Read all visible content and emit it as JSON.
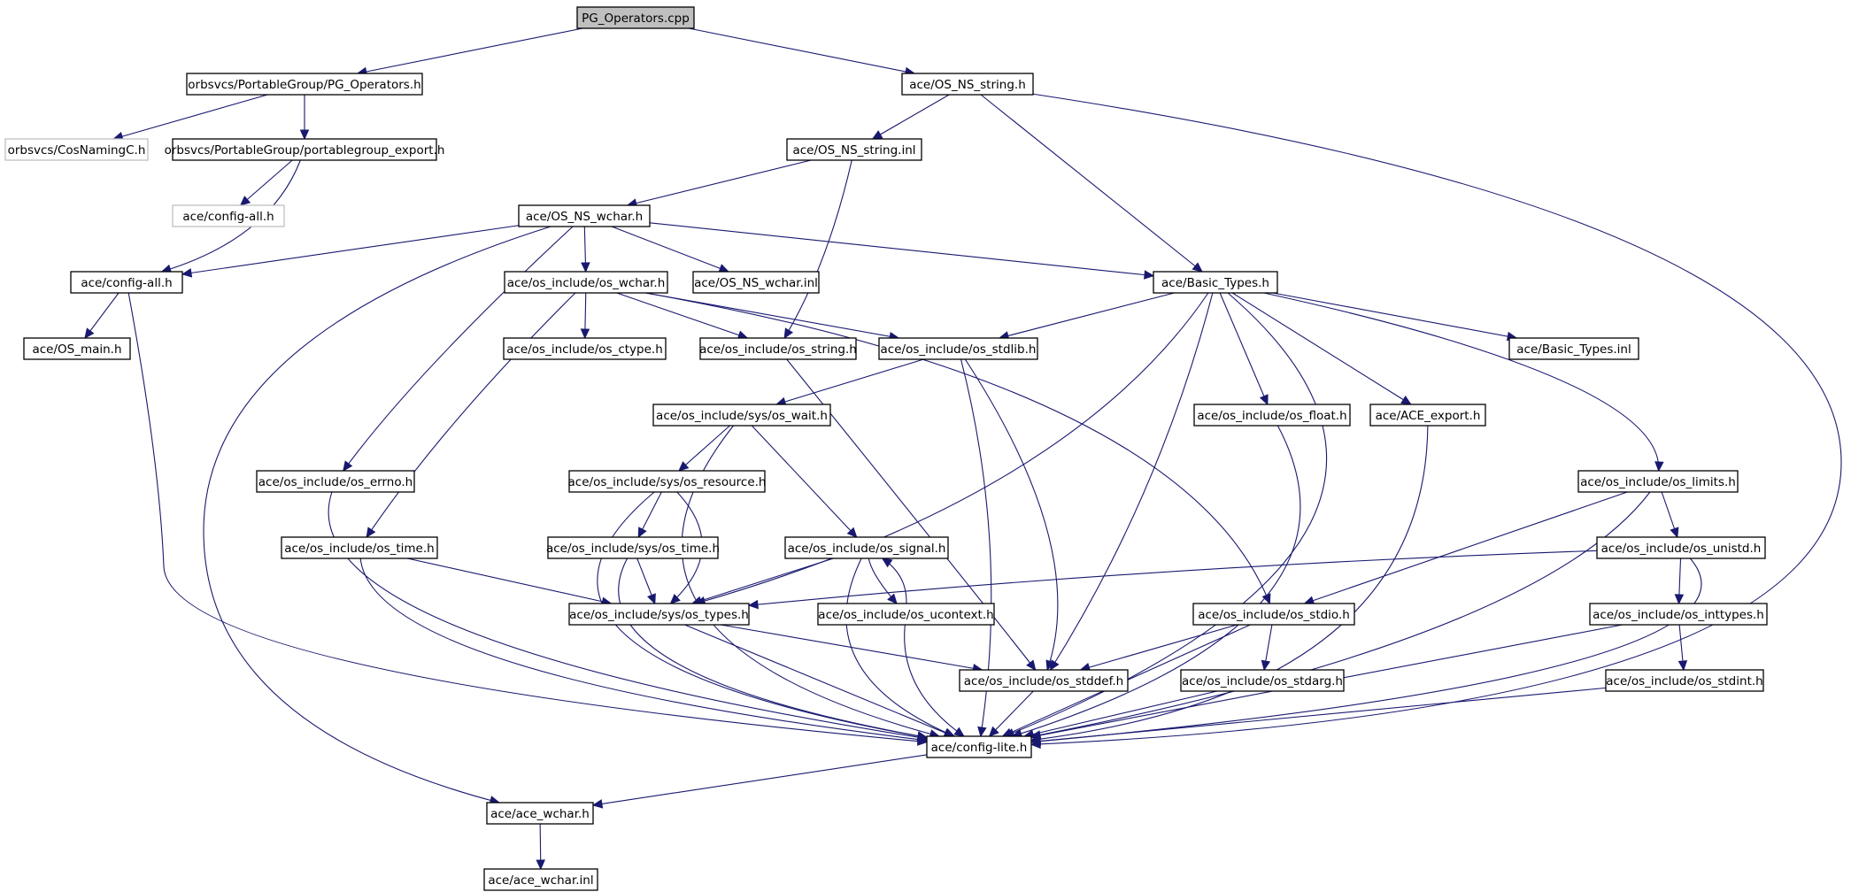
{
  "title": "PG_Operators.cpp",
  "colors": {
    "edge": "#191970",
    "node_border": "#000000",
    "node_external_border": "#bfbfbf",
    "root_fill": "#bfbfbf"
  },
  "nodes": [
    {
      "id": "pg_cpp",
      "label": "PG_Operators.cpp",
      "kind": "root"
    },
    {
      "id": "pg_h",
      "label": "orbsvcs/PortableGroup/PG_Operators.h",
      "kind": "normal"
    },
    {
      "id": "os_ns_string_h",
      "label": "ace/OS_NS_string.h",
      "kind": "normal"
    },
    {
      "id": "cosnaming",
      "label": "orbsvcs/CosNamingC.h",
      "kind": "external"
    },
    {
      "id": "pg_export",
      "label": "orbsvcs/PortableGroup/portablegroup_export.h",
      "kind": "normal"
    },
    {
      "id": "os_ns_string_inl",
      "label": "ace/OS_NS_string.inl",
      "kind": "normal"
    },
    {
      "id": "config_all_ext",
      "label": "ace/config-all.h",
      "kind": "external"
    },
    {
      "id": "os_ns_wchar_h",
      "label": "ace/OS_NS_wchar.h",
      "kind": "normal"
    },
    {
      "id": "config_all",
      "label": "ace/config-all.h",
      "kind": "normal"
    },
    {
      "id": "os_wchar_h",
      "label": "ace/os_include/os_wchar.h",
      "kind": "normal"
    },
    {
      "id": "os_ns_wchar_inl",
      "label": "ace/OS_NS_wchar.inl",
      "kind": "normal"
    },
    {
      "id": "basic_types_h",
      "label": "ace/Basic_Types.h",
      "kind": "normal"
    },
    {
      "id": "os_main_h",
      "label": "ace/OS_main.h",
      "kind": "normal"
    },
    {
      "id": "os_ctype_h",
      "label": "ace/os_include/os_ctype.h",
      "kind": "normal"
    },
    {
      "id": "os_string_h",
      "label": "ace/os_include/os_string.h",
      "kind": "normal"
    },
    {
      "id": "os_stdlib_h",
      "label": "ace/os_include/os_stdlib.h",
      "kind": "normal"
    },
    {
      "id": "basic_types_inl",
      "label": "ace/Basic_Types.inl",
      "kind": "normal"
    },
    {
      "id": "os_wait_h",
      "label": "ace/os_include/sys/os_wait.h",
      "kind": "normal"
    },
    {
      "id": "os_float_h",
      "label": "ace/os_include/os_float.h",
      "kind": "normal"
    },
    {
      "id": "ace_export_h",
      "label": "ace/ACE_export.h",
      "kind": "normal"
    },
    {
      "id": "os_errno_h",
      "label": "ace/os_include/os_errno.h",
      "kind": "normal"
    },
    {
      "id": "os_resource_h",
      "label": "ace/os_include/sys/os_resource.h",
      "kind": "normal"
    },
    {
      "id": "os_limits_h",
      "label": "ace/os_include/os_limits.h",
      "kind": "normal"
    },
    {
      "id": "os_time_h",
      "label": "ace/os_include/os_time.h",
      "kind": "normal"
    },
    {
      "id": "sys_os_time_h",
      "label": "ace/os_include/sys/os_time.h",
      "kind": "normal"
    },
    {
      "id": "os_signal_h",
      "label": "ace/os_include/os_signal.h",
      "kind": "normal"
    },
    {
      "id": "os_unistd_h",
      "label": "ace/os_include/os_unistd.h",
      "kind": "normal"
    },
    {
      "id": "os_types_h",
      "label": "ace/os_include/sys/os_types.h",
      "kind": "normal"
    },
    {
      "id": "os_ucontext_h",
      "label": "ace/os_include/os_ucontext.h",
      "kind": "normal"
    },
    {
      "id": "os_stdio_h",
      "label": "ace/os_include/os_stdio.h",
      "kind": "normal"
    },
    {
      "id": "os_inttypes_h",
      "label": "ace/os_include/os_inttypes.h",
      "kind": "normal"
    },
    {
      "id": "os_stddef_h",
      "label": "ace/os_include/os_stddef.h",
      "kind": "normal"
    },
    {
      "id": "os_stdarg_h",
      "label": "ace/os_include/os_stdarg.h",
      "kind": "normal"
    },
    {
      "id": "os_stdint_h",
      "label": "ace/os_include/os_stdint.h",
      "kind": "normal"
    },
    {
      "id": "config_lite_h",
      "label": "ace/config-lite.h",
      "kind": "normal"
    },
    {
      "id": "ace_wchar_h",
      "label": "ace/ace_wchar.h",
      "kind": "normal"
    },
    {
      "id": "ace_wchar_inl",
      "label": "ace/ace_wchar.inl",
      "kind": "normal"
    }
  ],
  "edges": [
    [
      "pg_cpp",
      "pg_h"
    ],
    [
      "pg_cpp",
      "os_ns_string_h"
    ],
    [
      "pg_h",
      "cosnaming"
    ],
    [
      "pg_h",
      "pg_export"
    ],
    [
      "pg_export",
      "config_all_ext"
    ],
    [
      "pg_export",
      "config_all"
    ],
    [
      "os_ns_string_h",
      "os_ns_string_inl"
    ],
    [
      "os_ns_string_h",
      "basic_types_h"
    ],
    [
      "os_ns_string_h",
      "config_lite_h"
    ],
    [
      "os_ns_string_inl",
      "os_ns_wchar_h"
    ],
    [
      "os_ns_string_inl",
      "os_string_h"
    ],
    [
      "os_ns_wchar_h",
      "config_all"
    ],
    [
      "os_ns_wchar_h",
      "os_wchar_h"
    ],
    [
      "os_ns_wchar_h",
      "os_ns_wchar_inl"
    ],
    [
      "os_ns_wchar_h",
      "basic_types_h"
    ],
    [
      "os_ns_wchar_h",
      "os_errno_h"
    ],
    [
      "os_ns_wchar_h",
      "ace_wchar_h"
    ],
    [
      "config_all",
      "os_main_h"
    ],
    [
      "config_all",
      "config_lite_h"
    ],
    [
      "os_wchar_h",
      "os_ctype_h"
    ],
    [
      "os_wchar_h",
      "os_string_h"
    ],
    [
      "os_wchar_h",
      "os_stdlib_h"
    ],
    [
      "os_wchar_h",
      "os_time_h"
    ],
    [
      "os_wchar_h",
      "os_stdio_h"
    ],
    [
      "basic_types_h",
      "os_stdlib_h"
    ],
    [
      "basic_types_h",
      "basic_types_inl"
    ],
    [
      "basic_types_h",
      "os_float_h"
    ],
    [
      "basic_types_h",
      "ace_export_h"
    ],
    [
      "basic_types_h",
      "os_limits_h"
    ],
    [
      "basic_types_h",
      "os_types_h"
    ],
    [
      "basic_types_h",
      "os_stddef_h"
    ],
    [
      "basic_types_h",
      "config_lite_h"
    ],
    [
      "os_string_h",
      "os_stddef_h"
    ],
    [
      "os_stdlib_h",
      "os_wait_h"
    ],
    [
      "os_stdlib_h",
      "os_stddef_h"
    ],
    [
      "os_stdlib_h",
      "config_lite_h"
    ],
    [
      "os_wait_h",
      "os_resource_h"
    ],
    [
      "os_wait_h",
      "os_signal_h"
    ],
    [
      "os_wait_h",
      "config_lite_h"
    ],
    [
      "os_float_h",
      "config_lite_h"
    ],
    [
      "ace_export_h",
      "config_lite_h"
    ],
    [
      "os_errno_h",
      "config_lite_h"
    ],
    [
      "os_resource_h",
      "sys_os_time_h"
    ],
    [
      "os_resource_h",
      "os_types_h"
    ],
    [
      "os_resource_h",
      "config_lite_h"
    ],
    [
      "os_limits_h",
      "os_unistd_h"
    ],
    [
      "os_limits_h",
      "os_stdio_h"
    ],
    [
      "os_limits_h",
      "config_lite_h"
    ],
    [
      "os_time_h",
      "os_types_h"
    ],
    [
      "os_time_h",
      "config_lite_h"
    ],
    [
      "sys_os_time_h",
      "os_types_h"
    ],
    [
      "sys_os_time_h",
      "config_lite_h"
    ],
    [
      "os_signal_h",
      "os_types_h"
    ],
    [
      "os_signal_h",
      "os_ucontext_h"
    ],
    [
      "os_signal_h",
      "config_lite_h"
    ],
    [
      "os_ucontext_h",
      "os_signal_h"
    ],
    [
      "os_ucontext_h",
      "config_lite_h"
    ],
    [
      "os_unistd_h",
      "os_types_h"
    ],
    [
      "os_unistd_h",
      "os_inttypes_h"
    ],
    [
      "os_unistd_h",
      "config_lite_h"
    ],
    [
      "os_types_h",
      "os_stddef_h"
    ],
    [
      "os_types_h",
      "config_lite_h"
    ],
    [
      "os_stdio_h",
      "os_stddef_h"
    ],
    [
      "os_stdio_h",
      "os_stdarg_h"
    ],
    [
      "os_stdio_h",
      "config_lite_h"
    ],
    [
      "os_inttypes_h",
      "os_stdint_h"
    ],
    [
      "os_inttypes_h",
      "config_lite_h"
    ],
    [
      "os_stddef_h",
      "config_lite_h"
    ],
    [
      "os_stdarg_h",
      "config_lite_h"
    ],
    [
      "os_stdint_h",
      "config_lite_h"
    ],
    [
      "config_lite_h",
      "ace_wchar_h"
    ],
    [
      "ace_wchar_h",
      "ace_wchar_inl"
    ]
  ]
}
